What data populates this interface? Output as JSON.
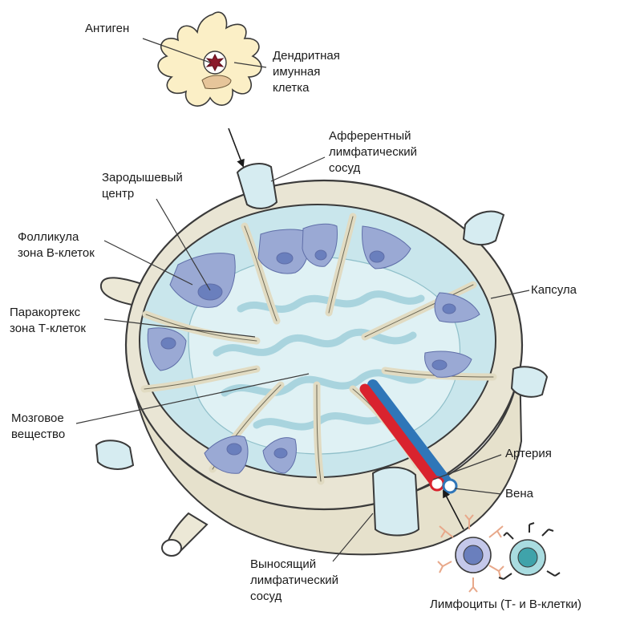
{
  "labels": {
    "antigen": "Антиген",
    "dendritic_1": "Дендритная",
    "dendritic_2": "имунная",
    "dendritic_3": "клетка",
    "afferent_1": "Афферентный",
    "afferent_2": "лимфатический",
    "afferent_3": "сосуд",
    "germinal_1": "Зародышевый",
    "germinal_2": "центр",
    "follicle_1": "Фолликула",
    "follicle_2": "зона В-клеток",
    "paracortex_1": "Паракортекс",
    "paracortex_2": "зона Т-клеток",
    "capsule": "Капсула",
    "medulla_1": "Мозговое",
    "medulla_2": "вещество",
    "artery": "Артерия",
    "vein": "Вена",
    "efferent_1": "Выносящий",
    "efferent_2": "лимфатический",
    "efferent_3": "сосуд",
    "lymphocytes": "Лимфоциты (Т- и В-клетки)"
  },
  "colors": {
    "capsule_fill": "#e9e5d4",
    "outline": "#3a3a3a",
    "cortex_fill": "#c9e6ec",
    "medulla_fill": "#dff1f4",
    "follicle_fill": "#9aa9d4",
    "germinal_fill": "#6a7fbd",
    "trabecula_fill": "#e6e1cb",
    "artery": "#d9232e",
    "vein": "#2f76b8",
    "dendritic_fill": "#fbefc6",
    "antigen": "#8b1a2b"
  }
}
